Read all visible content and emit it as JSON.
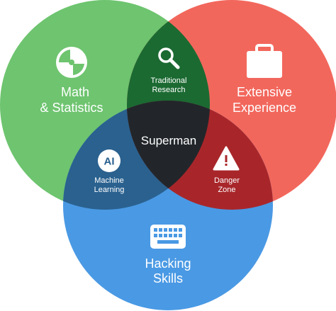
{
  "sets": {
    "math": {
      "line1": "Math",
      "line2": "& Statistics",
      "icon": "pie-chart-icon",
      "color": "#6ec46f"
    },
    "experience": {
      "line1": "Extensive",
      "line2": "Experience",
      "icon": "briefcase-icon",
      "color": "#f2675c"
    },
    "hacking": {
      "line1": "Hacking",
      "line2": "Skills",
      "icon": "keyboard-icon",
      "color": "#4a99e4"
    }
  },
  "overlaps": {
    "traditional_research": {
      "line1": "Traditional",
      "line2": "Research",
      "icon": "magnifier-icon",
      "color": "#1b6a32"
    },
    "machine_learning": {
      "line1": "Machine",
      "line2": "Learning",
      "icon": "ai-badge-icon",
      "icon_text": "AI",
      "color": "#2a618f"
    },
    "danger_zone": {
      "line1": "Danger",
      "line2": "Zone",
      "icon": "warning-triangle-icon",
      "color": "#a8262a"
    },
    "center": {
      "label": "Superman",
      "color": "#22262a"
    }
  }
}
